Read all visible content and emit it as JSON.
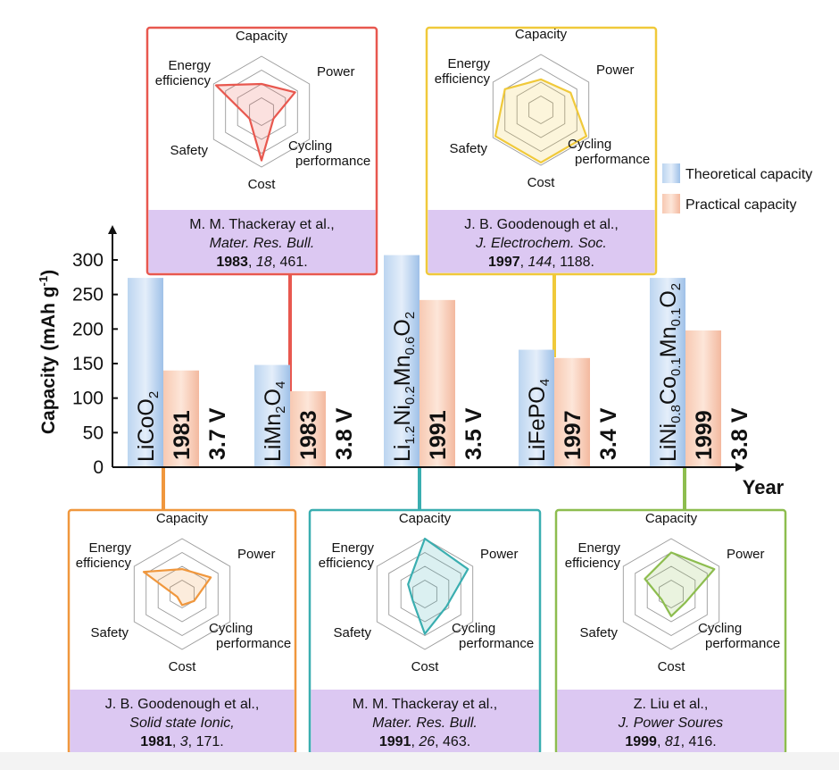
{
  "chart_data": {
    "type": "bar",
    "ylabel": "Capacity (mAh g",
    "ylabel_sup": "-1",
    "ylabel_close": ")",
    "xlabel": "Year",
    "ylim": [
      0,
      330
    ],
    "yticks": [
      0,
      50,
      100,
      150,
      200,
      250,
      300
    ],
    "legend": {
      "placement": "right",
      "entries": [
        {
          "name": "Theoretical capacity",
          "color": "#a8c8ea"
        },
        {
          "name": "Practical capacity",
          "color": "#f6c6ad"
        }
      ]
    },
    "groups": [
      {
        "material": [
          [
            "LiCoO",
            ""
          ],
          [
            "2",
            "sub"
          ]
        ],
        "year": "1981",
        "voltage": "3.7 V",
        "theoretical": 274,
        "practical": 140
      },
      {
        "material": [
          [
            "LiMn",
            ""
          ],
          [
            "2",
            "sub"
          ],
          [
            "O",
            ""
          ],
          [
            "4",
            "sub"
          ]
        ],
        "year": "1983",
        "voltage": "3.8 V",
        "theoretical": 148,
        "practical": 110
      },
      {
        "material": [
          [
            "Li",
            ""
          ],
          [
            "1.2",
            "sub"
          ],
          [
            "Ni",
            ""
          ],
          [
            "0.2",
            "sub"
          ],
          [
            "Mn",
            ""
          ],
          [
            "0.6",
            "sub"
          ],
          [
            "O",
            ""
          ],
          [
            "2",
            "sub"
          ]
        ],
        "year": "1991",
        "voltage": "3.5 V",
        "theoretical": 307,
        "practical": 242
      },
      {
        "material": [
          [
            "LiFePO",
            ""
          ],
          [
            "4",
            "sub"
          ]
        ],
        "year": "1997",
        "voltage": "3.4 V",
        "theoretical": 170,
        "practical": 158
      },
      {
        "material": [
          [
            "LiNi",
            ""
          ],
          [
            "0.8",
            "sub"
          ],
          [
            "Co",
            ""
          ],
          [
            "0.1",
            "sub"
          ],
          [
            "Mn",
            ""
          ],
          [
            "0.1",
            "sub"
          ],
          [
            "O",
            ""
          ],
          [
            "2",
            "sub"
          ]
        ],
        "year": "1999",
        "voltage": "3.8 V",
        "theoretical": 274,
        "practical": 198
      }
    ],
    "radar_axes": [
      "Capacity",
      "Power",
      "Cycling\nperformance",
      "Cost",
      "Safety",
      "Energy\nefficiency"
    ],
    "radars": [
      {
        "year": "1981",
        "color": "#f0973d",
        "values": [
          0.45,
          0.6,
          0.25,
          0.2,
          0.1,
          0.8
        ],
        "citation": {
          "authors": "J. B. Goodenough et al.,",
          "journal": "Solid state Ionic,",
          "year": "1981",
          "volume": "3",
          "pages": "171."
        }
      },
      {
        "year": "1983",
        "color": "#e8584f",
        "values": [
          0.5,
          0.7,
          0.25,
          0.88,
          0.25,
          0.95
        ],
        "citation": {
          "authors": "M. M. Thackeray et al.,",
          "journal": "Mater. Res. Bull.",
          "year": "1983",
          "volume": "18",
          "pages": "461."
        }
      },
      {
        "year": "1991",
        "color": "#3aaeb0",
        "values": [
          1.0,
          0.9,
          0.45,
          0.72,
          0.25,
          0.35
        ],
        "citation": {
          "authors": "M. M. Thackeray et al.,",
          "journal": "Mater. Res. Bull.",
          "year": "1991",
          "volume": "26",
          "pages": "463."
        }
      },
      {
        "year": "1997",
        "color": "#f0c93a",
        "values": [
          0.55,
          0.62,
          0.95,
          0.95,
          0.95,
          0.75
        ],
        "citation": {
          "authors": "J. B. Goodenough et al.,",
          "journal": "J. Electrochem. Soc.",
          "year": "1997",
          "volume": "144",
          "pages": "1188."
        }
      },
      {
        "year": "1999",
        "color": "#8dbd4f",
        "values": [
          0.75,
          0.9,
          0.3,
          0.4,
          0.2,
          0.55
        ],
        "citation": {
          "authors": "Z. Liu et al.,",
          "journal": "J. Power Soures",
          "year": "1999",
          "volume": "81",
          "pages": "416."
        }
      }
    ]
  }
}
